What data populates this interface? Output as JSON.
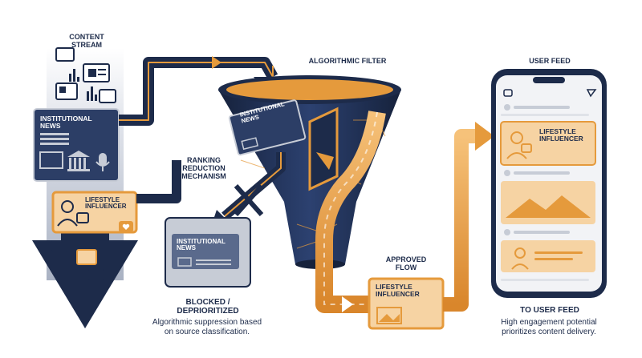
{
  "labels": {
    "content_stream": "CONTENT\nSTREAM",
    "algorithmic_filter": "ALGORITHMIC FILTER",
    "user_feed": "USER FEED",
    "ranking_reduction": "RANKING\nREDUCTION\nMECHANISM",
    "approved_flow": "APPROVED\nFLOW",
    "blocked_title": "BLOCKED /\nDEPRIORITIZED",
    "blocked_desc": "Algorithmic suppression based\non source classification.",
    "to_feed_title": "TO USER FEED",
    "to_feed_desc": "High engagement potential\nprioritizes content delivery."
  },
  "cards": {
    "institutional_news": "INSTITUTIONAL\nNEWS",
    "lifestyle_influencer": "LIFESTYLE\nINFLUENCER"
  },
  "colors": {
    "navy": "#1d2b4a",
    "orange": "#e59a3c",
    "light_orange": "#f6d3a3",
    "gray": "#c7ccd6"
  }
}
